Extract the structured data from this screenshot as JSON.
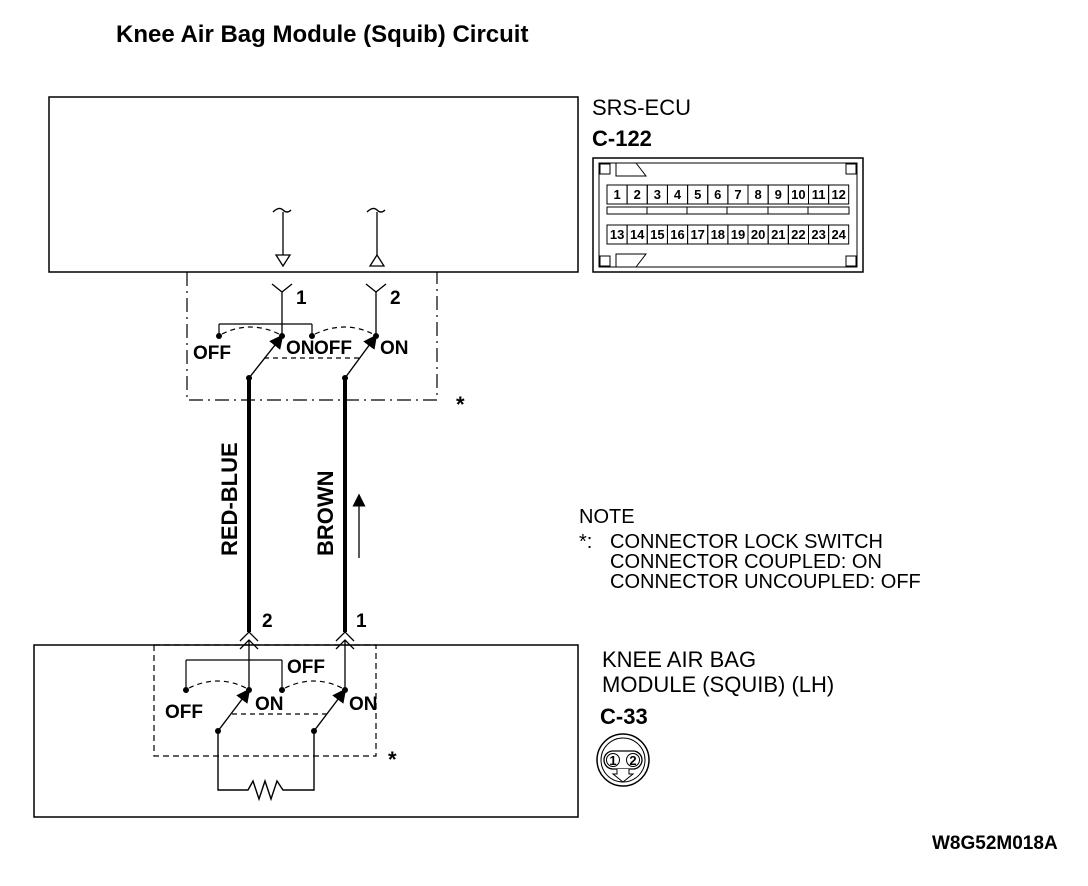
{
  "title": "Knee Air Bag Module (Squib) Circuit",
  "ecu": {
    "name": "SRS-ECU",
    "connector": "C-122",
    "pins_top": [
      "1",
      "2",
      "3",
      "4",
      "5",
      "6",
      "7",
      "8",
      "9",
      "10",
      "11",
      "12"
    ],
    "pins_bottom": [
      "13",
      "14",
      "15",
      "16",
      "17",
      "18",
      "19",
      "20",
      "21",
      "22",
      "23",
      "24"
    ]
  },
  "module": {
    "name_line1": "KNEE AIR BAG",
    "name_line2": "MODULE (SQUIB) (LH)",
    "connector": "C-33",
    "pins": [
      "1",
      "2"
    ]
  },
  "wires": {
    "left": "RED-BLUE",
    "right": "BROWN"
  },
  "pin_labels": {
    "ecu_left": "1",
    "ecu_right": "2",
    "mod_left": "2",
    "mod_right": "1"
  },
  "switch_labels": {
    "off": "OFF",
    "on": "ON"
  },
  "asterisk": "*",
  "note": {
    "heading": "NOTE",
    "line1": "CONNECTOR LOCK SWITCH",
    "line2": "CONNECTOR COUPLED: ON",
    "line3": "CONNECTOR UNCOUPLED: OFF",
    "marker": "*:"
  },
  "figure_code": "W8G52M018A"
}
